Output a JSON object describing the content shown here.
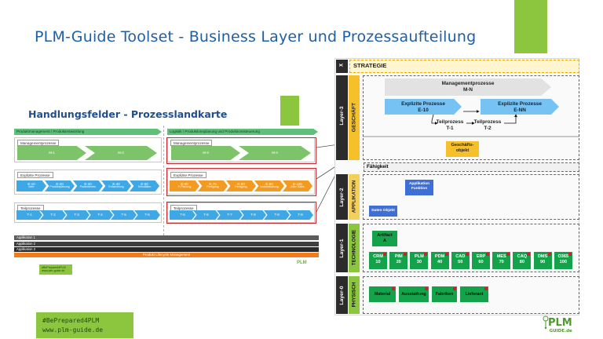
{
  "title": "PLM-Guide Toolset - Business Layer und Prozessaufteilung",
  "left": {
    "subtitle": "Handlungsfelder - Prozesslandkarte",
    "header_left": "Produktmanagement / Produktentwicklung",
    "header_right": "Logistik / Produktionsplanung und Produktionssteuerung",
    "mgmt_label": "Managementprozesse",
    "expl_label": "Explizite Prozesse",
    "teil_label": "Teilprozesse",
    "mgmt_left": [
      "M-1",
      "M-2"
    ],
    "mgmt_right": [
      "M-3",
      "M-4"
    ],
    "expl_left": [
      {
        "code": "E-10",
        "name": "Idee"
      },
      {
        "code": "E-20",
        "name": "Produktplanung"
      },
      {
        "code": "E-30",
        "name": "Produktentw."
      },
      {
        "code": "E-40",
        "name": "Entwicklung"
      },
      {
        "code": "E-50",
        "name": "Simulation"
      }
    ],
    "expl_right": [
      {
        "code": "E-60",
        "name": "P-Planung"
      },
      {
        "code": "E-70",
        "name": "Fertigung"
      },
      {
        "code": "E-80",
        "name": "Fertigung"
      },
      {
        "code": "E-90",
        "name": "Instandhaltung"
      },
      {
        "code": "E-100",
        "name": "After Sales"
      }
    ],
    "teil_left": [
      "T-1",
      "T-2",
      "T-3",
      "T-4",
      "T-5",
      "T-6"
    ],
    "teil_right": [
      "T-6",
      "T-6",
      "T-7",
      "T-8",
      "T-9",
      "T-9"
    ],
    "app_bars": [
      "Applikation 1",
      "Applikation 2",
      "Applikation 3"
    ],
    "plm_bar": "Produkt Lifecycle Management",
    "mini_tag": [
      "#BePrepared4PLM",
      "www.plm-guide.de"
    ],
    "mini_logo": "PLM"
  },
  "layers": {
    "strategie_x": "X",
    "strategie": "STRATEGIE",
    "l3": "Layer-3",
    "l3_name": "GESCHÄFT",
    "l2": "Layer-2",
    "l2_name": "APPLIKATION",
    "l1": "Layer-1",
    "l1_name": "TECHNOLOGIE",
    "l0": "Layer-0",
    "l0_name": "PHYSISCH",
    "mgmt": "Managementprozesse",
    "mgmt_code": "M-N",
    "expl1": "Explizite Prozesse",
    "expl1_code": "E-10",
    "expl2": "Explizite Prozesse",
    "expl2_code": "E-NN",
    "teil1": "Teilprozess",
    "teil1_code": "T-1",
    "teil2": "Teilprozess",
    "teil2_code": "T-2",
    "geschaefts": "Geschäfts-",
    "geschaefts2": "objekt",
    "faehigkeit": "Fähigkeit",
    "app_func": "Applikation",
    "app_func2": "Funktion",
    "daten": "Daten Objekt",
    "artifact": "Artifact",
    "artifact_code": "A",
    "systems": [
      {
        "name": "CRM",
        "num": "10"
      },
      {
        "name": "PIM",
        "num": "20"
      },
      {
        "name": "PLM",
        "num": "30"
      },
      {
        "name": "PDM",
        "num": "40"
      },
      {
        "name": "CAD",
        "num": "50"
      },
      {
        "name": "ERP",
        "num": "60"
      },
      {
        "name": "MES",
        "num": "70"
      },
      {
        "name": "CAQ",
        "num": "80"
      },
      {
        "name": "DMS",
        "num": "90"
      },
      {
        "name": "O365",
        "num": "100"
      }
    ],
    "physical": [
      "Material",
      "Ausstattung",
      "Fabriken",
      "Lieferant"
    ]
  },
  "tag": [
    "#BePrepared4PLM",
    "www.plm-guide.de"
  ],
  "logo": {
    "main": "PLM",
    "sub": "GUIDE.de"
  },
  "colors": {
    "title": "#1f5fa6",
    "green": "#8cc63f",
    "red": "#c0282b",
    "orange": "#f29a22",
    "blue": "#3ea7e6",
    "yellow": "#f6c02b"
  }
}
